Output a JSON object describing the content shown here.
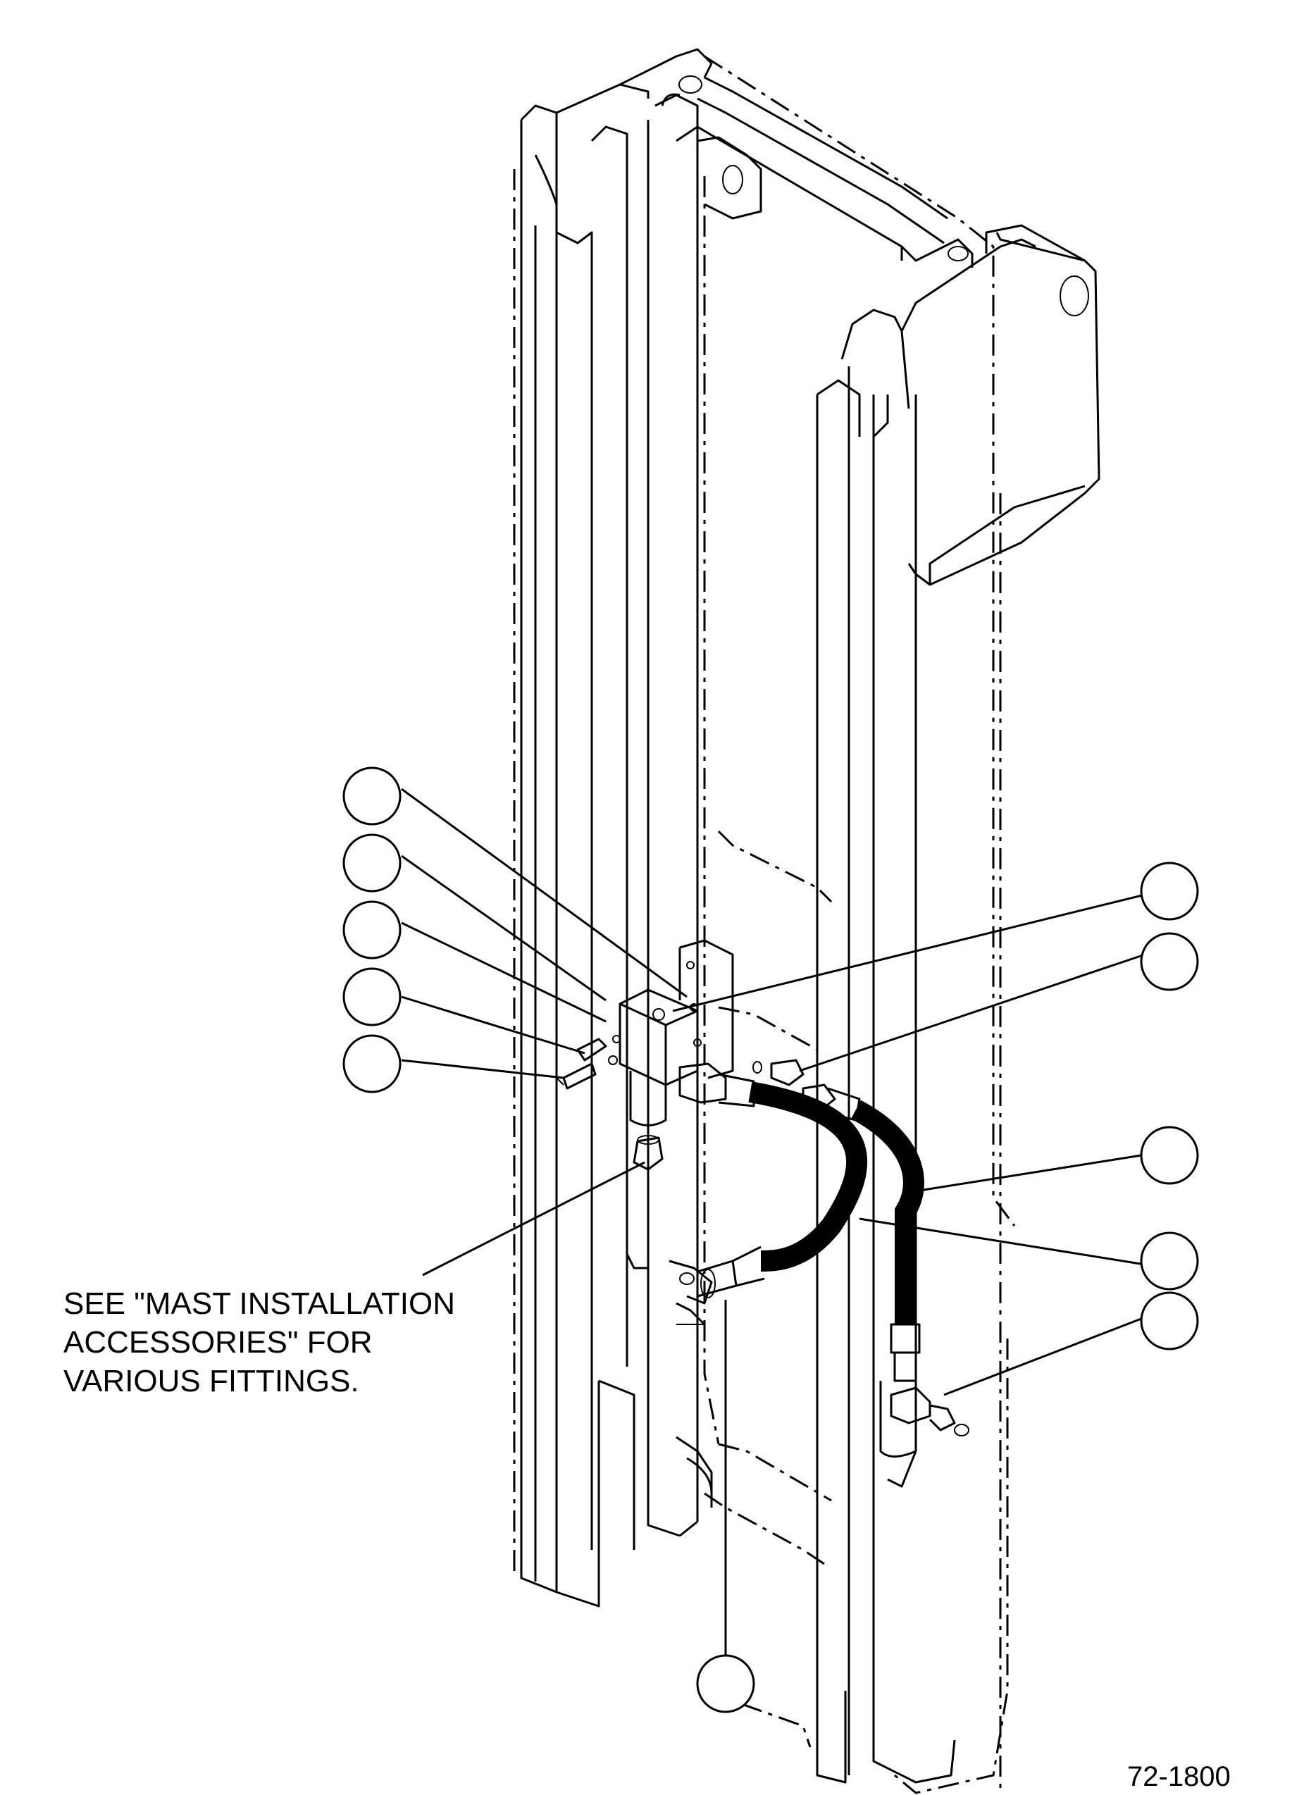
{
  "figure": {
    "note_lines": [
      "SEE \"MAST INSTALLATION",
      "ACCESSORIES\" FOR",
      "VARIOUS FITTINGS."
    ],
    "figure_number": "72-1800",
    "callouts": [
      {
        "id": "callout-left-1"
      },
      {
        "id": "callout-left-2"
      },
      {
        "id": "callout-left-3"
      },
      {
        "id": "callout-left-4"
      },
      {
        "id": "callout-left-5"
      },
      {
        "id": "callout-right-1"
      },
      {
        "id": "callout-right-2"
      },
      {
        "id": "callout-right-3"
      },
      {
        "id": "callout-right-4"
      },
      {
        "id": "callout-right-5"
      },
      {
        "id": "callout-bottom"
      }
    ]
  }
}
